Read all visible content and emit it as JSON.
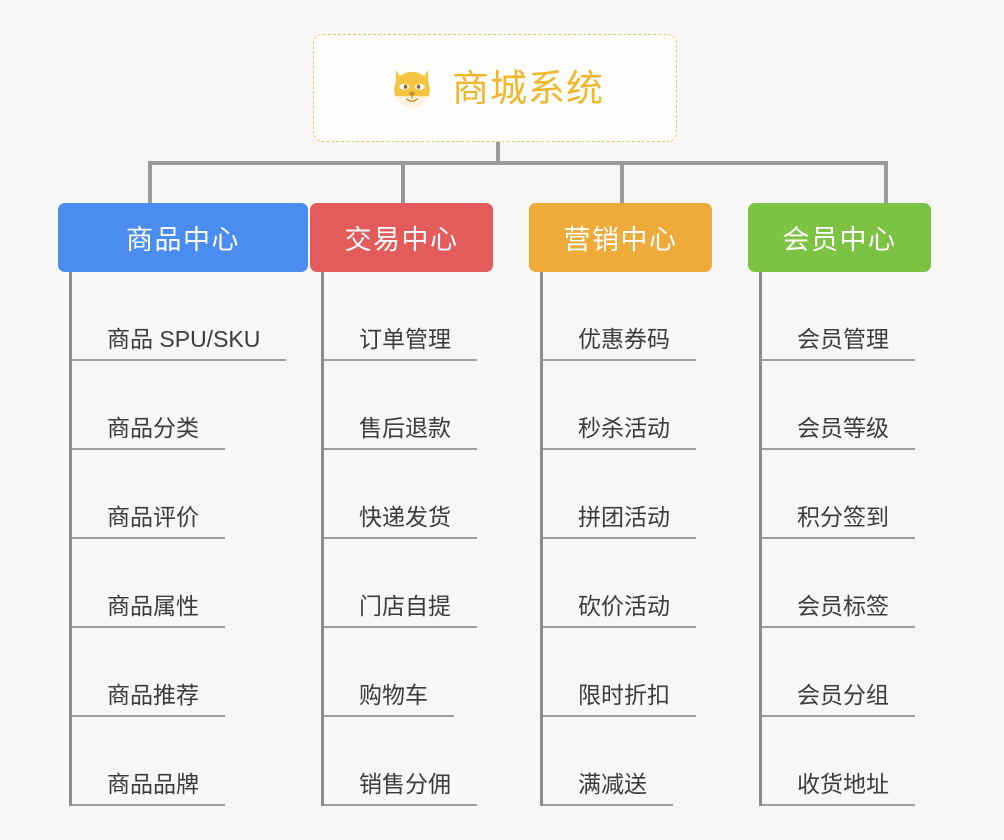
{
  "root": {
    "title": "商城系统",
    "icon": "shiba-dog-icon",
    "accent_color": "#f2b62c",
    "border_color": "#e8c87a",
    "background": "#fdfdfb"
  },
  "canvas": {
    "background_color": "#f7f7f7",
    "connector_color": "#9a9a9a"
  },
  "branches": [
    {
      "label": "商品中心",
      "color": "#4a8cf0",
      "rail_color": "#8c8c8c",
      "items": [
        "商品 SPU/SKU",
        "商品分类",
        "商品评价",
        "商品属性",
        "商品推荐",
        "商品品牌"
      ]
    },
    {
      "label": "交易中心",
      "color": "#e35b5b",
      "rail_color": "#8c8c8c",
      "items": [
        "订单管理",
        "售后退款",
        "快递发货",
        "门店自提",
        "购物车",
        "销售分佣"
      ]
    },
    {
      "label": "营销中心",
      "color": "#eeab3a",
      "rail_color": "#8c8c8c",
      "items": [
        "优惠券码",
        "秒杀活动",
        "拼团活动",
        "砍价活动",
        "限时折扣",
        "满减送"
      ]
    },
    {
      "label": "会员中心",
      "color": "#7dc košice"
    }
  ]
}
